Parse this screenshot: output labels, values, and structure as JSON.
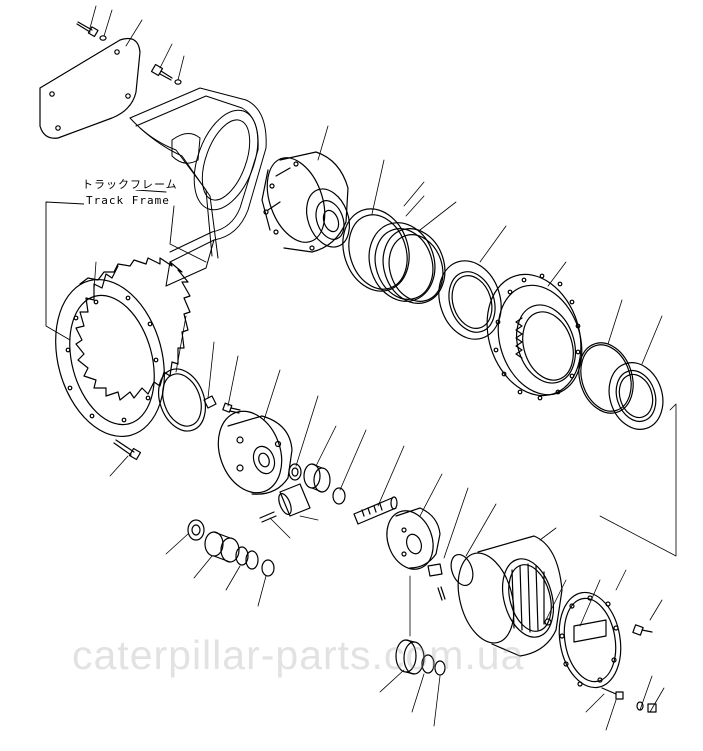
{
  "diagram": {
    "frame_label_jp": "トラックフレーム",
    "frame_label_en": "Track Frame"
  },
  "watermark": {
    "text": "caterpillar-parts.com.ua",
    "color": "#969696"
  },
  "colors": {
    "line": "#000000",
    "background": "#ffffff"
  }
}
